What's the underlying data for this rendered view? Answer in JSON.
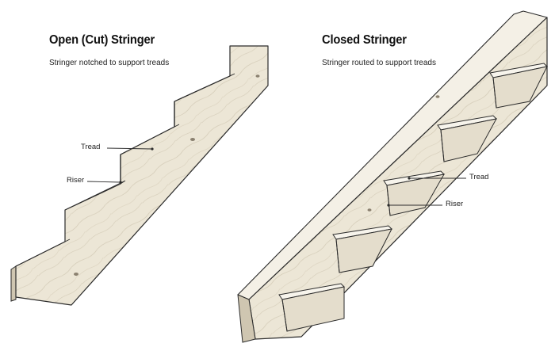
{
  "open": {
    "title": "Open (Cut) Stringer",
    "subtitle": "Stringer notched to support treads",
    "tread_label": "Tread",
    "riser_label": "Riser"
  },
  "closed": {
    "title": "Closed Stringer",
    "subtitle": "Stringer routed to support treads",
    "tread_label": "Tread",
    "riser_label": "Riser"
  },
  "colors": {
    "wood": "#ece6d6",
    "wood_shadow": "#d9d1bd",
    "line": "#2b2b2b"
  }
}
